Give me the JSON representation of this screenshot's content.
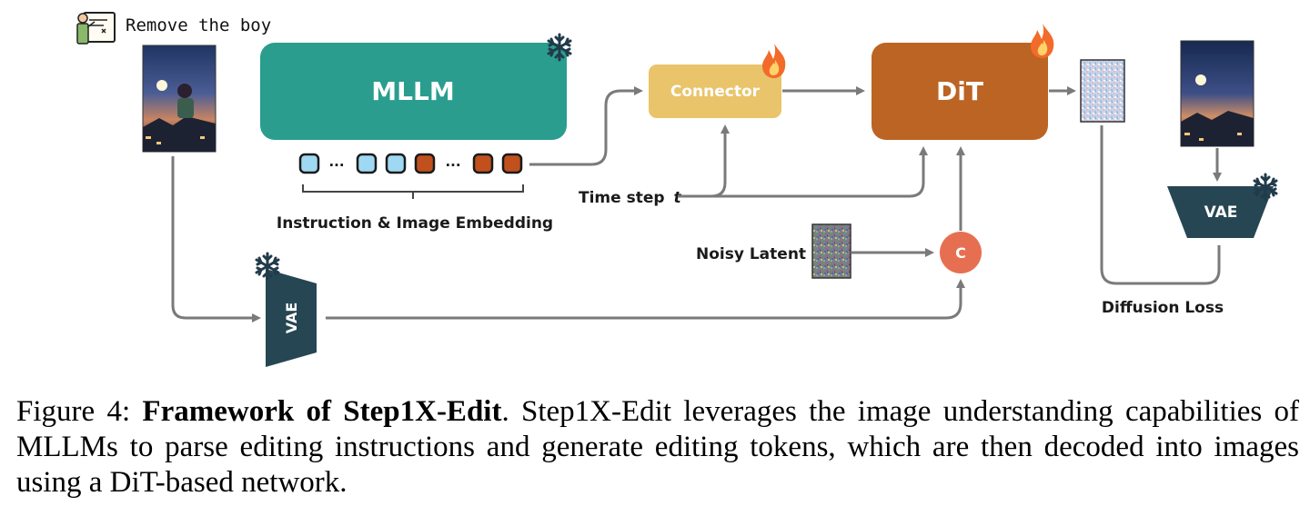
{
  "diagram": {
    "instruction_text": "Remove the boy",
    "mllm_label": "MLLM",
    "connector_label": "Connector",
    "dit_label": "DiT",
    "vae_encoder_label": "VAE",
    "vae_target_label": "VAE",
    "embedding_label": "Instruction & Image Embedding",
    "time_step_label": "Time step",
    "time_step_symbol": "t",
    "noisy_latent_label": "Noisy Latent",
    "concat_label": "C",
    "loss_label": "Diffusion Loss",
    "ellipsis": "···",
    "colors": {
      "mllm": "#2a9d8f",
      "connector": "#e9c46a",
      "dit": "#bc6423",
      "vae": "#264653",
      "concat": "#e76f51",
      "token_light": "#9fd8f2",
      "token_dark": "#c0501d",
      "arrow": "#7a7a7a"
    },
    "icons": [
      "presenter-icon",
      "snowflake-icon",
      "flame-icon"
    ]
  },
  "caption": {
    "prefix": "Figure 4: ",
    "title": "Framework of Step1X-Edit",
    "body": ". Step1X-Edit leverages the image understanding capabilities of MLLMs to parse editing instructions and generate editing tokens, which are then decoded into images using a DiT-based network."
  }
}
